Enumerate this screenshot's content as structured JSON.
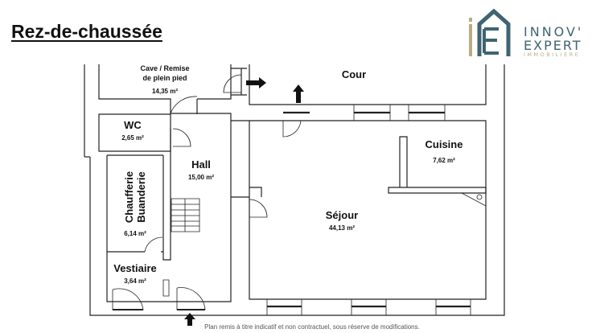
{
  "title": "Rez-de-chaussée",
  "logo": {
    "line1": "INNOV'",
    "line2": "EXPERT",
    "line3": "IMMOBILIÈRE",
    "colors": {
      "blue": "#3f6472",
      "gold": "#b8ae84"
    }
  },
  "rooms": {
    "cave": {
      "name_line1": "Cave / Remise",
      "name_line2": "de plein pied",
      "area": "14,35 m²"
    },
    "cour": {
      "name": "Cour"
    },
    "wc": {
      "name": "WC",
      "area": "2,65 m²"
    },
    "hall": {
      "name": "Hall",
      "area": "15,00 m²"
    },
    "chaufferie": {
      "name_line1": "Chaufferie",
      "name_line2": "Buanderie",
      "area": "6,14 m²"
    },
    "cuisine": {
      "name": "Cuisine",
      "area": "7,62 m²"
    },
    "sejour": {
      "name": "Séjour",
      "area": "44,13 m²"
    },
    "vestiaire": {
      "name": "Vestiaire",
      "area": "3,64 m²"
    }
  },
  "footer": "Plan remis à titre indicatif et non contractuel, sous réserve de modifications."
}
